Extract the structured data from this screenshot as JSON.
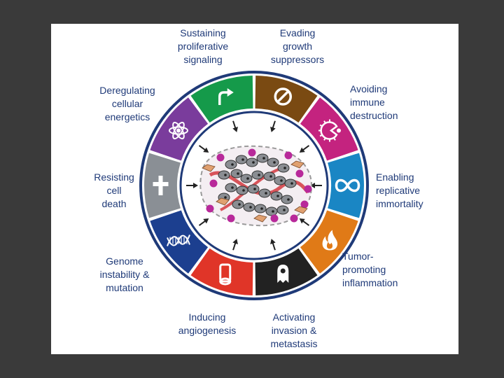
{
  "hallmarks": [
    {
      "id": "sustaining",
      "color": "#159a4a",
      "icon": "arrow-turn-icon",
      "lines": [
        "Sustaining",
        "proliferative",
        "signaling"
      ]
    },
    {
      "id": "evading",
      "color": "#7a4a12",
      "icon": "prohibition-icon",
      "lines": [
        "Evading",
        "growth",
        "suppressors"
      ]
    },
    {
      "id": "avoiding",
      "color": "#c4237f",
      "icon": "pac-cell-icon",
      "lines": [
        "Avoiding",
        "immune",
        "destruction"
      ]
    },
    {
      "id": "enabling",
      "color": "#1a86c4",
      "icon": "infinity-icon",
      "lines": [
        "Enabling",
        "replicative",
        "immortality"
      ]
    },
    {
      "id": "tumor",
      "color": "#e07a17",
      "icon": "flame-icon",
      "lines": [
        "Tumor-",
        "promoting",
        "inflammation"
      ]
    },
    {
      "id": "activating",
      "color": "#222222",
      "icon": "ghost-cell-icon",
      "lines": [
        "Activating",
        "invasion &",
        "metastasis"
      ]
    },
    {
      "id": "inducing",
      "color": "#e03528",
      "icon": "vessel-icon",
      "lines": [
        "Inducing",
        "angiogenesis"
      ]
    },
    {
      "id": "genome",
      "color": "#1c3f8f",
      "icon": "dna-icon",
      "lines": [
        "Genome",
        "instability &",
        "mutation"
      ]
    },
    {
      "id": "resisting",
      "color": "#8a8f95",
      "icon": "cross-icon",
      "lines": [
        "Resisting",
        "cell",
        "death"
      ]
    },
    {
      "id": "deregulating",
      "color": "#7a3c9c",
      "icon": "atom-icon",
      "lines": [
        "Deregulating",
        "cellular",
        "energetics"
      ]
    }
  ],
  "colors": {
    "ring_outline": "#1f3a78",
    "label_text": "#1f3a78",
    "arrows": "#222222",
    "tumor_outline": "#9a9a9a",
    "cell_gray": "#8a8d92",
    "cell_magenta": "#b8299a",
    "fibroblast": "#e0a070",
    "vessel": "#d8545a"
  }
}
